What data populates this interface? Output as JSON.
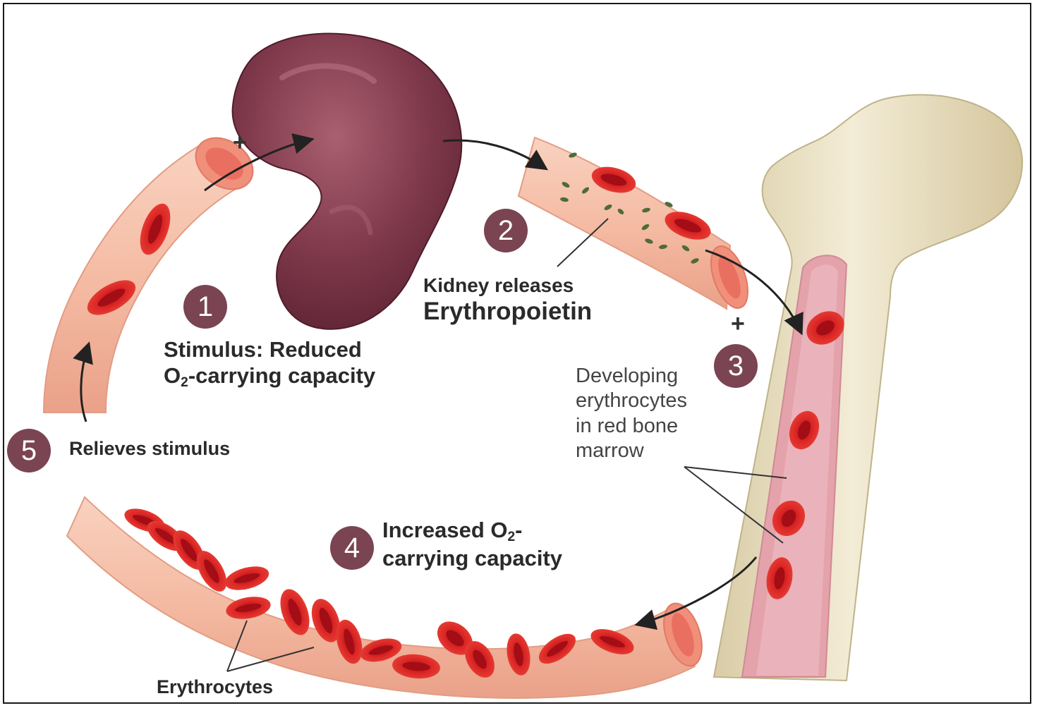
{
  "steps": [
    {
      "number": "1",
      "label_line1": "Stimulus:  Reduced",
      "label_line2_prefix": "O",
      "label_line2_sub": "2",
      "label_line2_suffix": "-carrying  capacity"
    },
    {
      "number": "2",
      "label_line1": "Kidney releases",
      "label_line2": "Erythropoietin"
    },
    {
      "number": "3",
      "label_lines": [
        "Developing",
        "erythrocytes",
        "in red bone",
        "marrow"
      ]
    },
    {
      "number": "4",
      "label_line1_prefix": "Increased O",
      "label_line1_sub": "2",
      "label_line1_suffix": "-",
      "label_line2": "carrying  capacity"
    },
    {
      "number": "5",
      "label": "Relieves stimulus"
    }
  ],
  "labels": {
    "erythrocytes": "Erythrocytes",
    "plus_kidney": "+",
    "plus_marrow": "+"
  },
  "colors": {
    "vessel": "#f6c2ab",
    "vessel_edge": "#e9a58c",
    "rbc": "#d91f1f",
    "rbc_center": "#a50f16",
    "kidney": "#7b3648",
    "kidney_light": "#a0546a",
    "bone": "#ece3c8",
    "bone_edge": "#c9bd98",
    "marrow": "#e9aab3",
    "badge": "#7a4452",
    "epo": "#4f6b3a"
  }
}
